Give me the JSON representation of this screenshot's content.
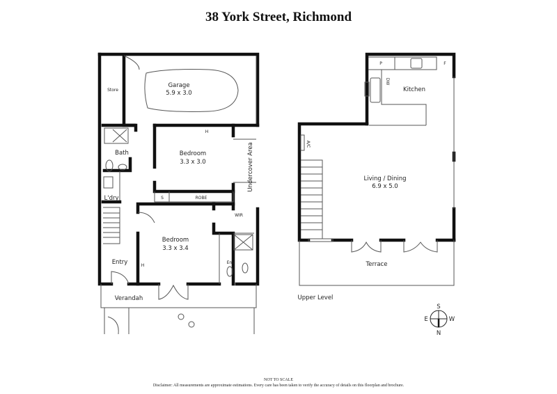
{
  "title": "38 York Street, Richmond",
  "ground_floor": {
    "rooms": [
      {
        "name": "Garage",
        "size": "5.9 x 3.0"
      },
      {
        "name": "Store"
      },
      {
        "name": "Bath"
      },
      {
        "name": "Bedroom",
        "size": "3.3 x 3.0"
      },
      {
        "name": "Undercover Area"
      },
      {
        "name": "L'dry"
      },
      {
        "name": "S"
      },
      {
        "name": "ROBE"
      },
      {
        "name": "WIR"
      },
      {
        "name": "Bedroom",
        "size": "3.3 x 3.4"
      },
      {
        "name": "Entry"
      },
      {
        "name": "Ens"
      },
      {
        "name": "Verandah"
      }
    ],
    "heater_marks": [
      "H",
      "H"
    ]
  },
  "upper_level": {
    "label": "Upper Level",
    "rooms": [
      {
        "name": "Kitchen"
      },
      {
        "name": "P"
      },
      {
        "name": "F"
      },
      {
        "name": "DW"
      },
      {
        "name": "A/C"
      },
      {
        "name": "Living / Dining",
        "size": "6.9 x 5.0"
      },
      {
        "name": "Terrace"
      }
    ]
  },
  "compass": {
    "north": "N",
    "south": "S",
    "east": "E",
    "west": "W",
    "icon": "compass-icon"
  },
  "footer": {
    "not_to_scale": "NOT TO SCALE",
    "disclaimer": "Disclaimer: All measurements are approximate estimations. Every care has been taken to verify the accuracy of details on this floorplan and brochure."
  }
}
